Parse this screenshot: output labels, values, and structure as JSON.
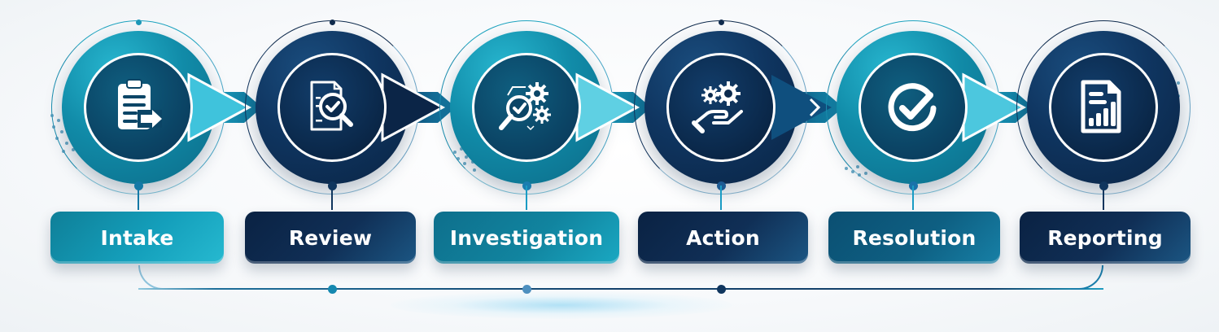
{
  "diagram": {
    "type": "process-flow",
    "direction": "left-to-right",
    "colors": {
      "teal": "#149fbb",
      "teal_dark": "#0b4566",
      "navy": "#102f56",
      "navy_dark": "#081d38",
      "accent_light": "#5fd0e3",
      "background": "#f7f9fb",
      "icon": "#ffffff"
    },
    "steps": [
      {
        "index": 1,
        "label": "Intake",
        "icon": "clipboard-arrow-icon",
        "theme": "teal"
      },
      {
        "index": 2,
        "label": "Review",
        "icon": "document-magnifier-check-icon",
        "theme": "navy"
      },
      {
        "index": 3,
        "label": "Investigation",
        "icon": "magnifier-gears-icon",
        "theme": "teal"
      },
      {
        "index": 4,
        "label": "Action",
        "icon": "hand-gears-icon",
        "theme": "navy"
      },
      {
        "index": 5,
        "label": "Resolution",
        "icon": "circle-check-icon",
        "theme": "teal"
      },
      {
        "index": 6,
        "label": "Reporting",
        "icon": "report-bar-chart-icon",
        "theme": "navy"
      }
    ],
    "connector": {
      "description": "bottom line linking all steps, with node dots under Review, Investigation and Action"
    }
  }
}
